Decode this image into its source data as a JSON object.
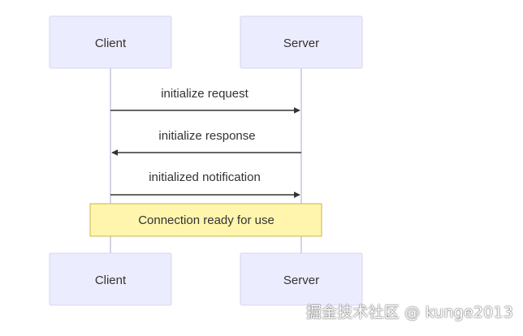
{
  "diagram": {
    "type": "sequence",
    "participants": [
      "Client",
      "Server"
    ],
    "messages": [
      {
        "label": "initialize request",
        "from": "Client",
        "to": "Server"
      },
      {
        "label": "initialize response",
        "from": "Server",
        "to": "Client"
      },
      {
        "label": "initialized notification",
        "from": "Client",
        "to": "Server"
      }
    ],
    "note": {
      "text": "Connection ready for use",
      "over": [
        "Client",
        "Server"
      ]
    }
  },
  "watermark": "掘金技术社区 @ kunge2013",
  "colors": {
    "participant_fill": "#ececff",
    "participant_stroke": "#d4d4ef",
    "lifeline": "#c9c6dd",
    "arrow": "#333333",
    "label": "#333333",
    "note_fill": "#fff5ad",
    "note_stroke": "#c9b84b",
    "background": "#ffffff"
  }
}
